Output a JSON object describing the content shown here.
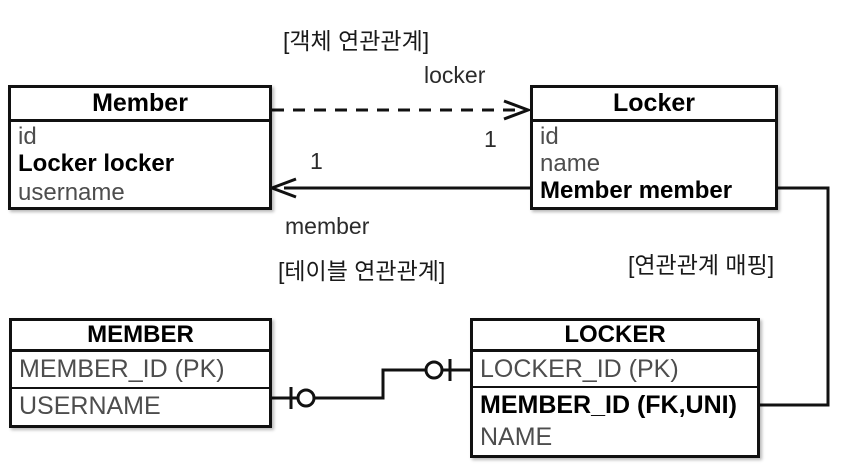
{
  "diagram": {
    "sections": {
      "object_relation": "[객체 연관관계]",
      "table_relation": "[테이블 연관관계]",
      "relation_mapping": "[연관관계 매핑]"
    },
    "colors": {
      "stroke": "#111111",
      "attribute_text": "#4d4d4d",
      "emphasis_text": "#000000",
      "background": "#ffffff"
    },
    "object_model": {
      "member_class": {
        "title": "Member",
        "attributes": [
          {
            "text": "id",
            "emphasis": false
          },
          {
            "text": "Locker locker",
            "emphasis": true
          },
          {
            "text": "username",
            "emphasis": false
          }
        ]
      },
      "locker_class": {
        "title": "Locker",
        "attributes": [
          {
            "text": "id",
            "emphasis": false
          },
          {
            "text": "name",
            "emphasis": false
          },
          {
            "text": "Member member",
            "emphasis": true
          }
        ]
      },
      "associations": [
        {
          "name": "locker-association",
          "label": "locker",
          "style": "dashed",
          "direction": "member-to-locker",
          "source_multiplicity": "1",
          "target_multiplicity": "1"
        },
        {
          "name": "member-association",
          "label": "member",
          "style": "solid",
          "direction": "locker-to-member"
        }
      ]
    },
    "table_model": {
      "member_table": {
        "title": "MEMBER",
        "rows": [
          {
            "lines": [
              {
                "text": "MEMBER_ID (PK)",
                "emphasis": false
              }
            ]
          },
          {
            "lines": [
              {
                "text": "USERNAME",
                "emphasis": false
              }
            ]
          }
        ]
      },
      "locker_table": {
        "title": "LOCKER",
        "rows": [
          {
            "lines": [
              {
                "text": "LOCKER_ID (PK)",
                "emphasis": false
              }
            ]
          },
          {
            "lines": [
              {
                "text": "MEMBER_ID (FK,UNI)",
                "emphasis": true
              },
              {
                "text": "NAME",
                "emphasis": false
              }
            ]
          }
        ]
      },
      "relationship": {
        "name": "one-to-one-optional",
        "left_notation": "one-optional",
        "right_notation": "one-optional"
      }
    },
    "mapping_link": {
      "from": "Member member",
      "to": "MEMBER_ID (FK,UNI)",
      "style": "solid-arrow"
    }
  }
}
